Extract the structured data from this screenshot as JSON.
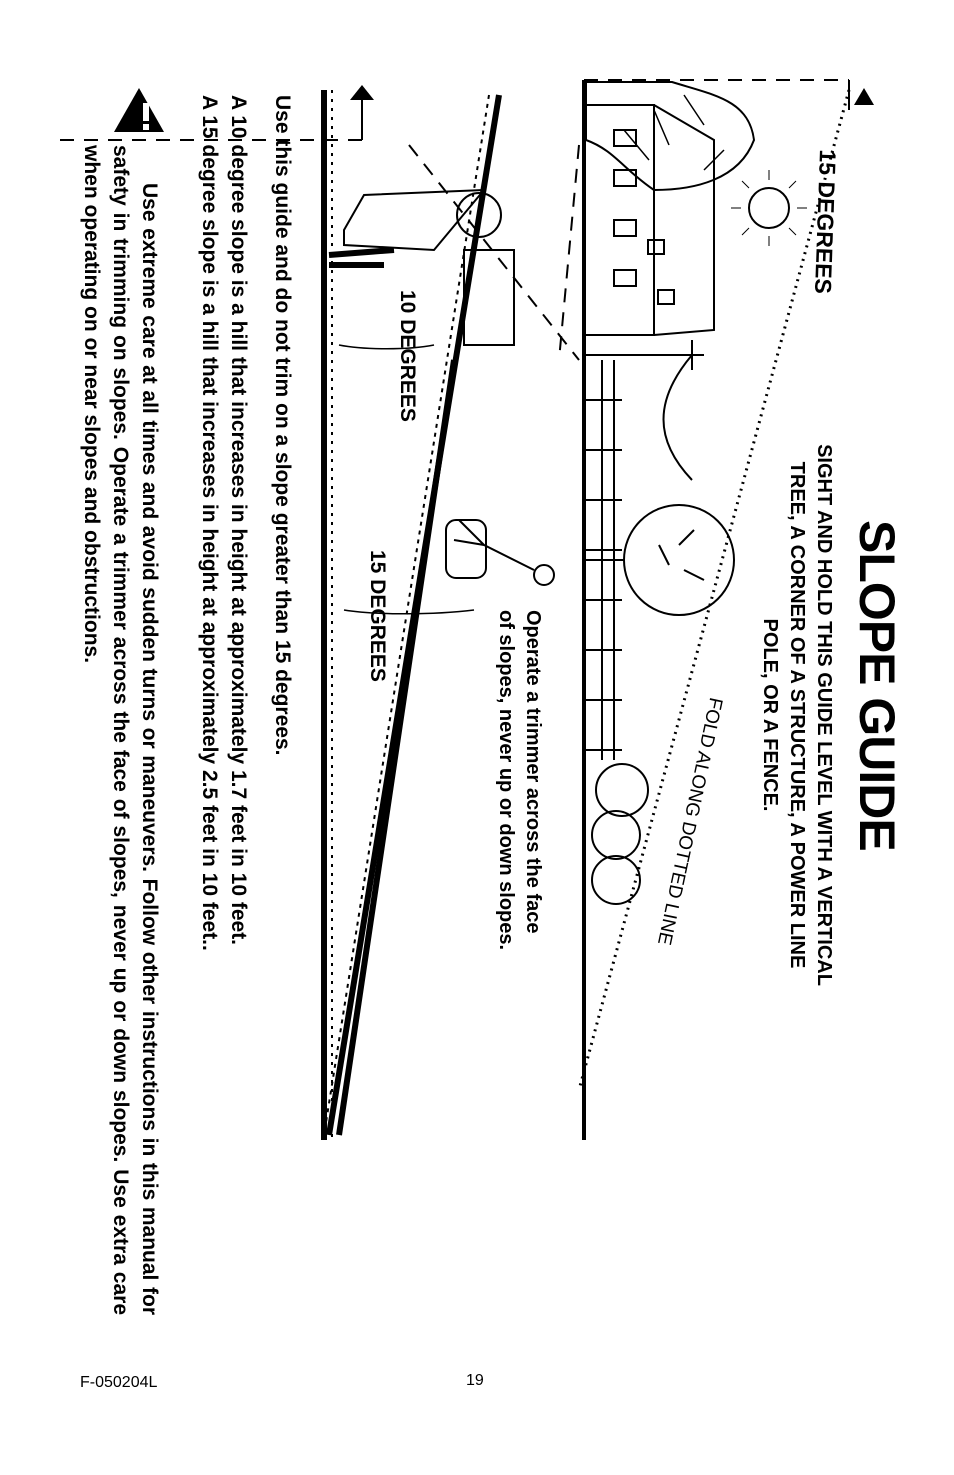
{
  "title": "SLOPE GUIDE",
  "sight_instruction": "SIGHT AND HOLD THIS GUIDE LEVEL WITH A VERTICAL TREE, A CORNER OF A STRUCTURE, A POWER LINE POLE, OR A FENCE.",
  "sight_lines": [
    "SIGHT AND HOLD THIS GUIDE LEVEL WITH A VERTICAL",
    "TREE, A CORNER OF A STRUCTURE, A POWER LINE",
    "POLE, OR A FENCE."
  ],
  "fold_label": "FOLD ALONG DOTTED LINE",
  "angle_label_top": "15 DEGREES",
  "operate_lines": [
    "Operate a trimmer across the face",
    "of slopes, never up or down slopes."
  ],
  "label_10_degrees": "10 DEGREES",
  "label_15_degrees": "15 DEGREES",
  "use_guide": "Use this guide and do not trim on a slope greater than 15 degrees.",
  "definition_10": "A 10 degree slope is a hill that increases in height at approximately 1.7 feet in 10 feet.",
  "definition_15": "A 15 degree slope is a hill that increases in height at approximately 2.5 feet in 10 feet..",
  "warning_text": "Use extreme care at all times and avoid sudden turns or maneuvers. Follow other instructions in this manual for safety in trimming on slopes. Operate a trimmer across the face of slopes, never up or down slopes. Use extra care when operating on or near slopes and obstructions.",
  "warning_icon": "exclamation-triangle-icon",
  "footer": {
    "code": "F-050204L",
    "page_number": "19"
  }
}
